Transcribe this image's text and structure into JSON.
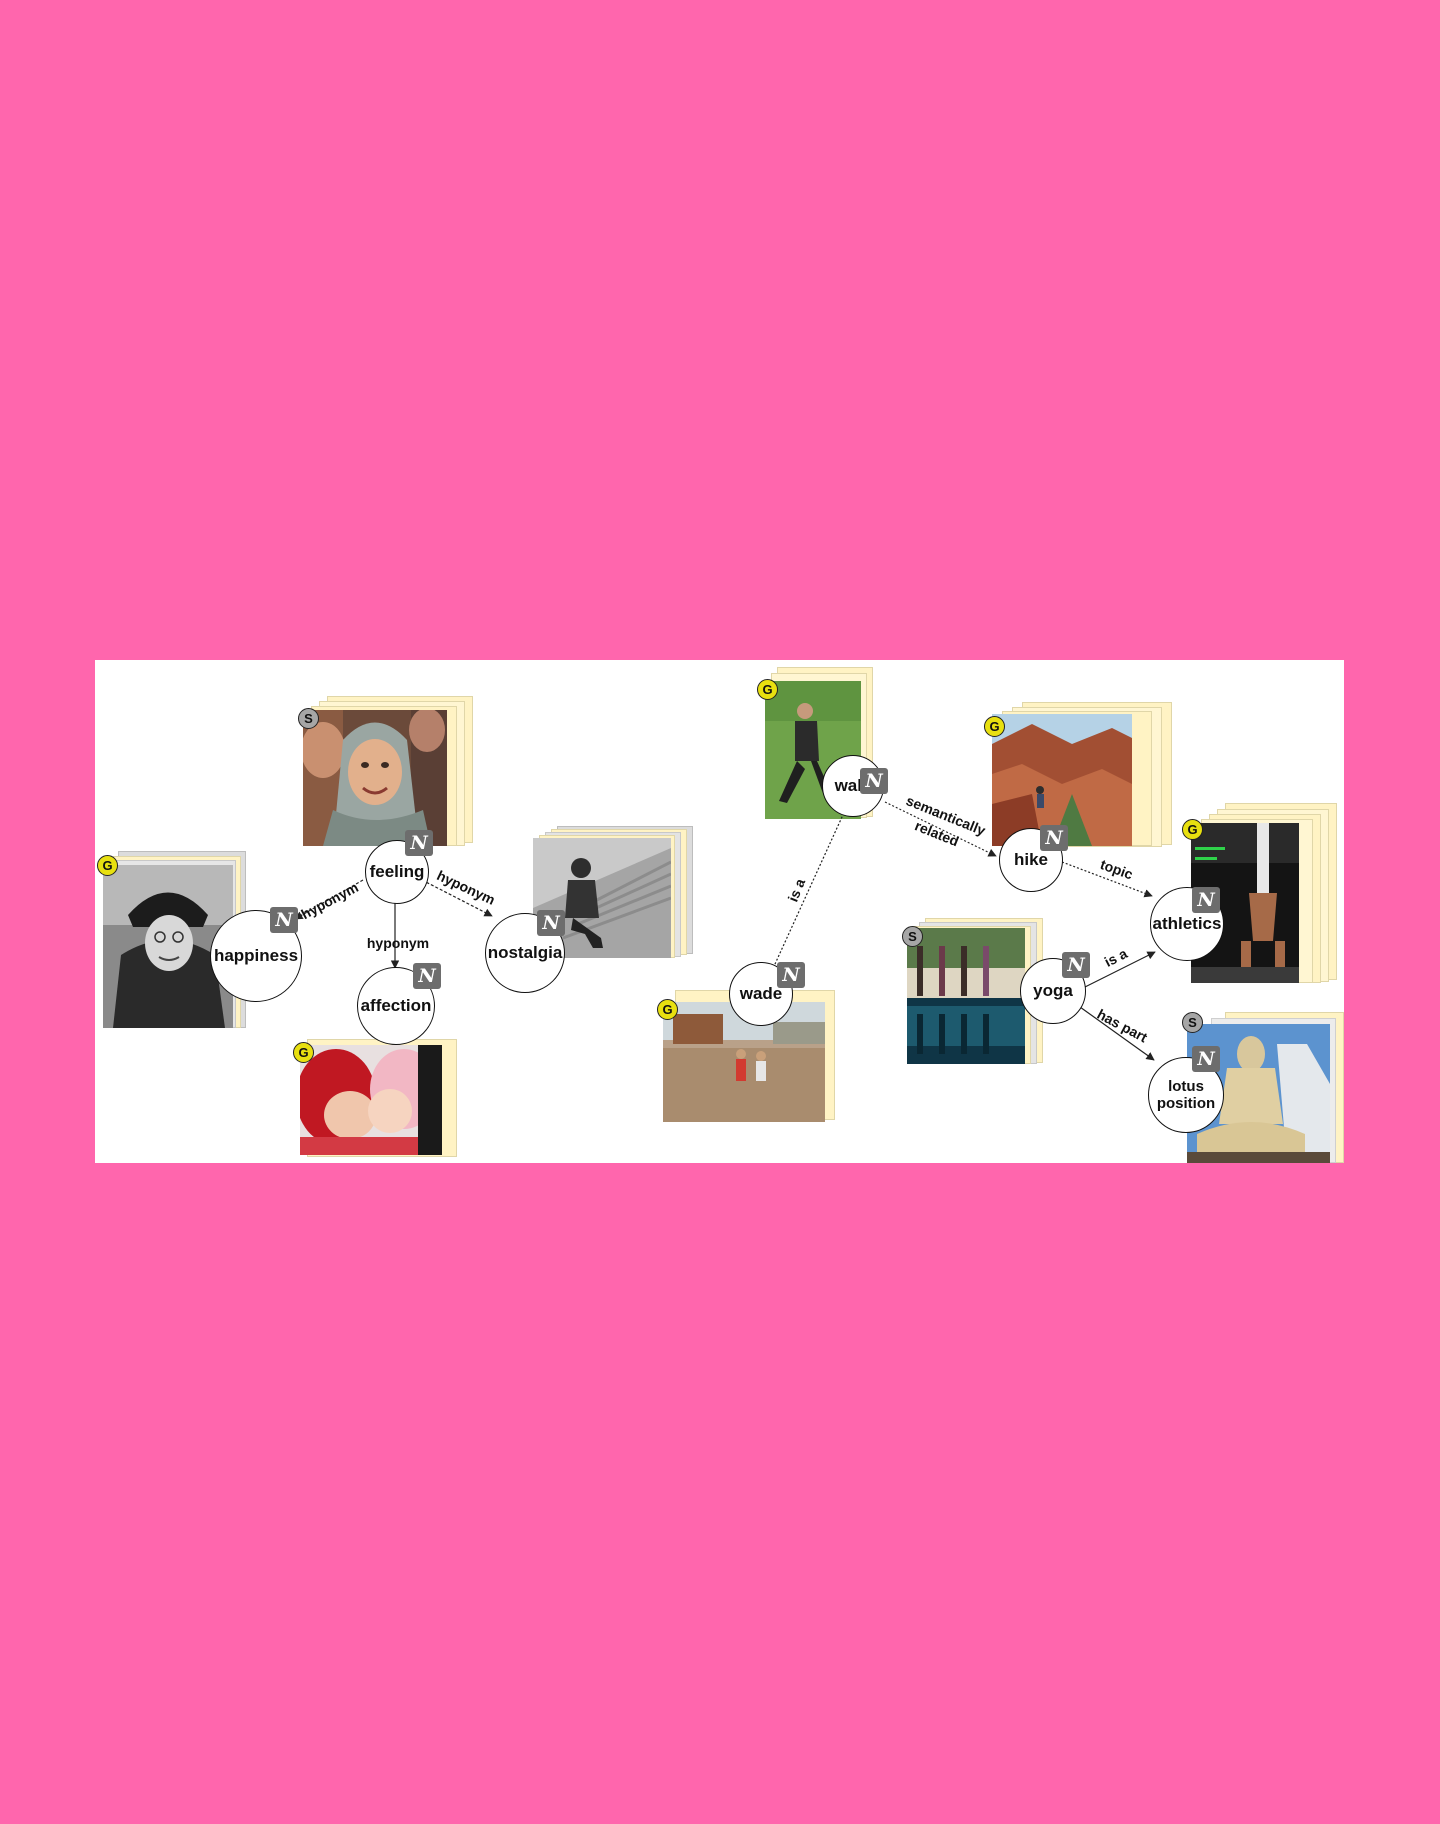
{
  "badges": {
    "g": "G",
    "s": "S"
  },
  "logo_glyph": "N",
  "nodes": {
    "feeling": "feeling",
    "happiness": "happiness",
    "nostalgia": "nostalgia",
    "affection": "affection",
    "walk": "walk",
    "wade": "wade",
    "hike": "hike",
    "athletics": "athletics",
    "yoga": "yoga",
    "lotus": "lotus position"
  },
  "edges": {
    "feeling_happiness": "hyponym",
    "feeling_affection": "hyponym",
    "feeling_nostalgia": "hyponym",
    "wade_walk": "is a",
    "walk_hike_1": "semantically",
    "walk_hike_2": "related",
    "hike_athletics": "topic",
    "yoga_athletics": "is a",
    "yoga_lotus": "has part"
  },
  "colors": {
    "background": "#ff66ad",
    "canvas": "#ffffff",
    "stack_sheet": "#fff3c4",
    "stack_sheet_gray": "#dcdcdc",
    "badge_g": "#e8e010",
    "badge_s": "#a6a6a6",
    "logo": "#6d6d6d"
  }
}
